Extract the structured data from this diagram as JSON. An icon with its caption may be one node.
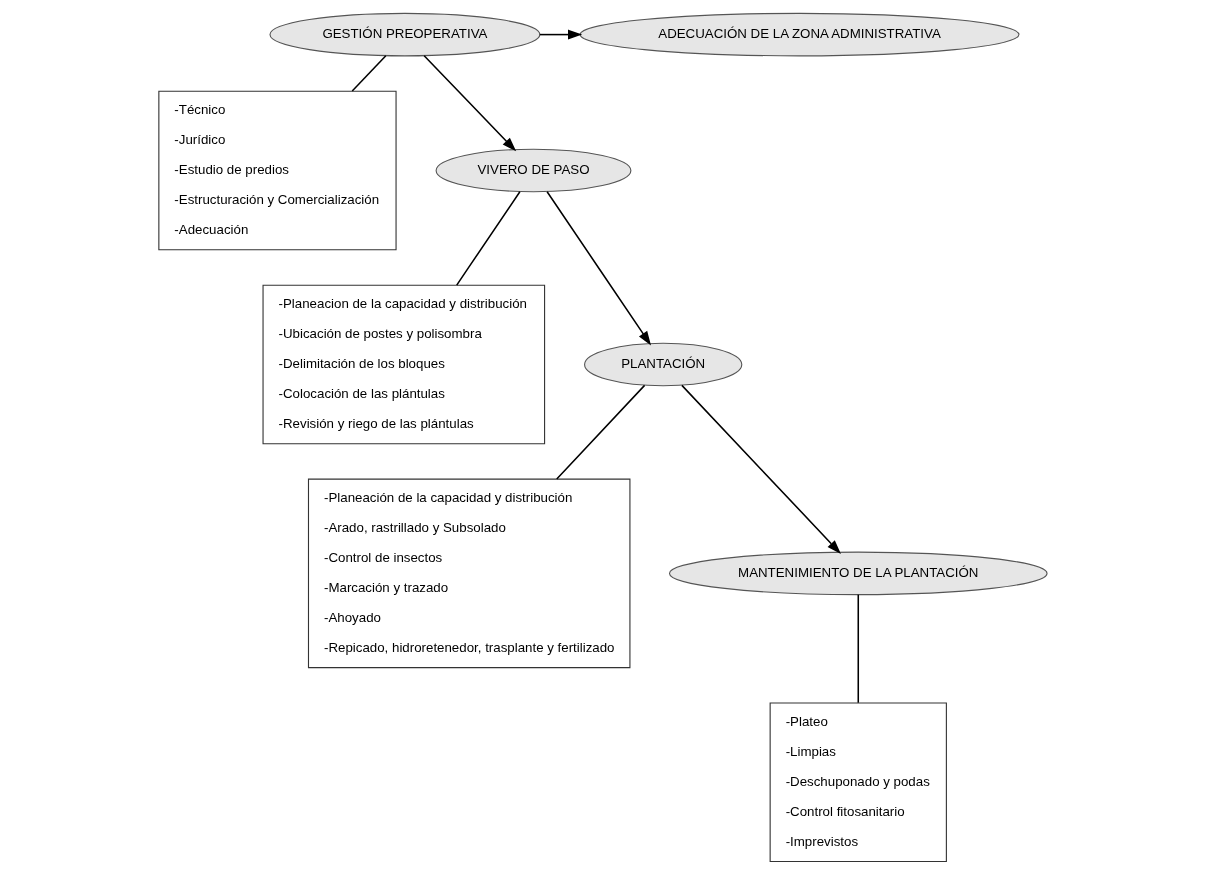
{
  "diagram": {
    "nodes": [
      {
        "text": [
          "GESTIÓN PREOPERATIVA"
        ]
      },
      {
        "text": [
          "-Técnico",
          "-Jurídico",
          "-Estudio de predios",
          "-Estructuración y Comercialización",
          "-Adecuación"
        ]
      },
      {
        "text": [
          "ADECUACIÓN DE LA ZONA ADMINISTRATIVA"
        ]
      },
      {
        "text": [
          "VIVERO DE PASO"
        ]
      },
      {
        "text": [
          "-Planeacion de la capacidad y distribución",
          "-Ubicación de postes y polisombra",
          "-Delimitación de los bloques",
          "-Colocación de las plántulas",
          "-Revisión y riego de las plántulas"
        ]
      },
      {
        "text": [
          "PLANTACIÓN"
        ]
      },
      {
        "text": [
          "-Planeación de la capacidad y distribución",
          "-Arado, rastrillado y Subsolado",
          "-Control de insectos",
          "-Marcación y trazado",
          "-Ahoyado",
          "-Repicado, hidroretenedor, trasplante y fertilizado"
        ]
      },
      {
        "text": [
          "MANTENIMIENTO DE LA PLANTACIÓN"
        ]
      },
      {
        "text": [
          "-Plateo",
          "-Limpias",
          "-Deschuponado y podas",
          "-Control fitosanitario",
          "-Imprevistos"
        ]
      }
    ],
    "edges": [
      {
        "from": 0,
        "to": 2,
        "arrow": "to"
      },
      {
        "from": 0,
        "to": 3,
        "arrow": "to"
      },
      {
        "from": 3,
        "to": 5,
        "arrow": "to"
      },
      {
        "from": 5,
        "to": 7,
        "arrow": "to"
      },
      {
        "from": 0,
        "to": 1,
        "arrow": "none"
      },
      {
        "from": 3,
        "to": 4,
        "arrow": "none"
      },
      {
        "from": 5,
        "to": 6,
        "arrow": "none"
      },
      {
        "from": 7,
        "to": 8,
        "arrow": "none"
      }
    ]
  }
}
